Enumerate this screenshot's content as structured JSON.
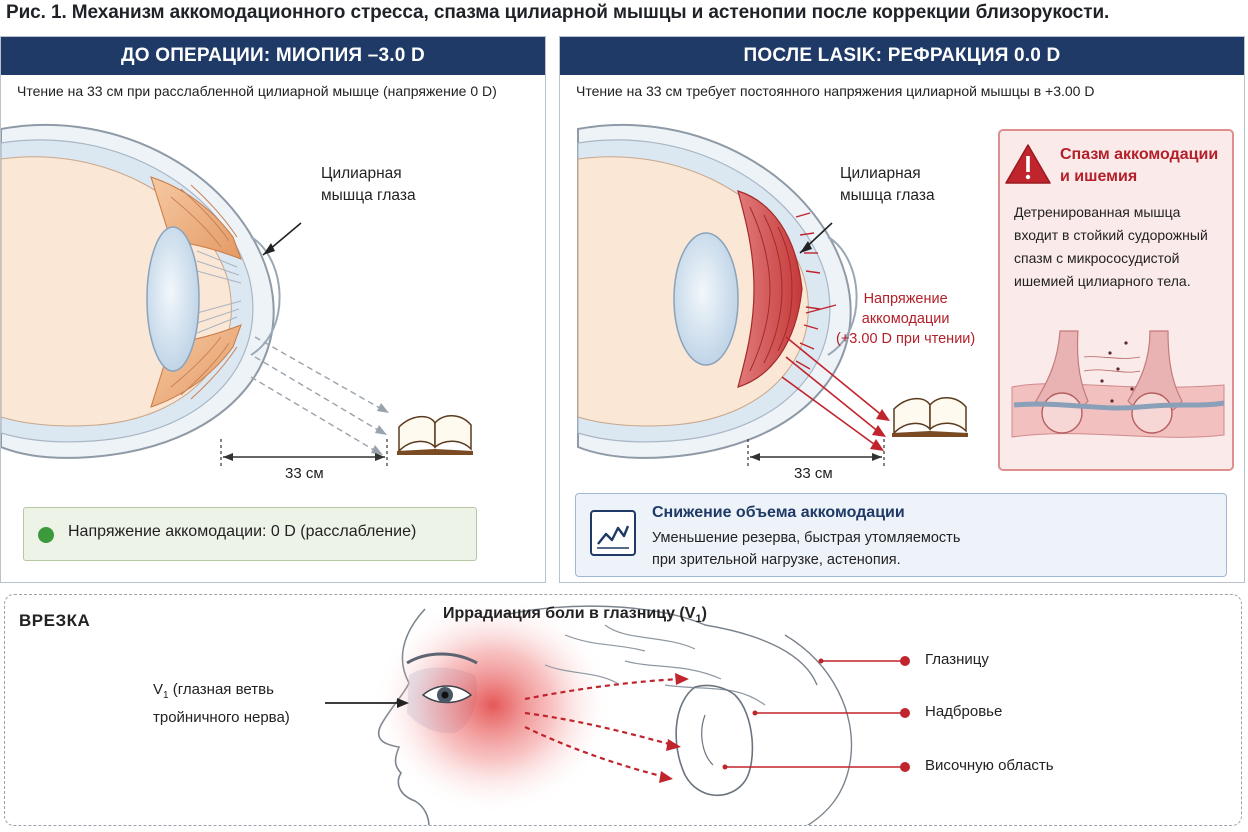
{
  "figure": {
    "title": "Рис. 1. Механизм аккомодационного стресса, спазма цилиарной мышцы и астенопии после коррекции близорукости."
  },
  "left_panel": {
    "header": "ДО ОПЕРАЦИИ: МИОПИЯ –3.0 D",
    "subtitle": "Чтение на 33 см при расслабленной цилиарной мышце (напряжение 0 D)",
    "muscle_label_line1": "Цилиарная",
    "muscle_label_line2": "мышца глаза",
    "distance": "33 см",
    "status": "Напряжение аккомодации: 0 D (расслабление)",
    "status_color": "#3c9a3c"
  },
  "right_panel": {
    "header": "ПОСЛЕ LASIK: РЕФРАКЦИЯ 0.0 D",
    "subtitle": "Чтение на 33 см требует постоянного напряжения цилиарной мышцы в +3.00 D",
    "muscle_label_line1": "Цилиарная",
    "muscle_label_line2": "мышца глаза",
    "tension_line1": "Напряжение",
    "tension_line2": "аккомодации",
    "tension_line3": "(+3.00 D при чтении)",
    "distance": "33 см",
    "spasm": {
      "title_line1": "Спазм аккомодации",
      "title_line2": "и ишемия",
      "body": "Детренированная мышца входит в стойкий судорожный спазм с микрососудистой ишемией цилиарного тела."
    },
    "reduction": {
      "title": "Снижение объема аккомодации",
      "line1": "Уменьшение резерва, быстрая утомляемость",
      "line2": "при зрительной нагрузке, астенопия."
    },
    "accent_color": "#b3202a"
  },
  "inset": {
    "label": "ВРЕЗКА",
    "title_main": "Иррадиация боли в глазницу (V",
    "title_sub": "1",
    "title_end": ")",
    "v1_main": "V",
    "v1_sub": "1",
    "v1_rest": " (глазная ветвь",
    "v1_line2": "тройничного нерва)",
    "targets": [
      "Глазницу",
      "Надбровье",
      "Височную область"
    ]
  },
  "colors": {
    "header_bg": "#1f3a66",
    "pain_red": "#c0242c"
  }
}
